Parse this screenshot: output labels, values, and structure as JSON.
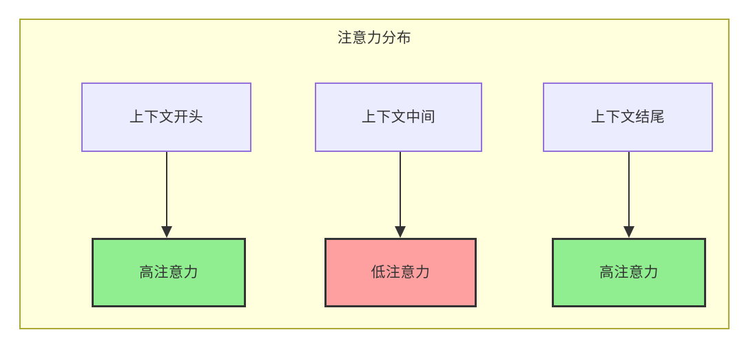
{
  "diagram": {
    "title": "注意力分布",
    "colors": {
      "container_fill": "#ffffde",
      "container_border": "#aaaa33",
      "source_fill": "#ececff",
      "source_border": "#9370db",
      "high_attention_fill": "#90ee90",
      "low_attention_fill": "#ffa0a0",
      "result_border": "#333333",
      "text": "#333333",
      "edge": "#333333"
    },
    "columns": [
      {
        "source": {
          "label": "上下文开头"
        },
        "result": {
          "label": "高注意力",
          "level": "high"
        },
        "edge": {
          "from": "上下文开头",
          "to": "高注意力",
          "arrow": "down-arrow-icon"
        }
      },
      {
        "source": {
          "label": "上下文中间"
        },
        "result": {
          "label": "低注意力",
          "level": "low"
        },
        "edge": {
          "from": "上下文中间",
          "to": "低注意力",
          "arrow": "down-arrow-icon"
        }
      },
      {
        "source": {
          "label": "上下文结尾"
        },
        "result": {
          "label": "高注意力",
          "level": "high"
        },
        "edge": {
          "from": "上下文结尾",
          "to": "高注意力",
          "arrow": "down-arrow-icon"
        }
      }
    ]
  }
}
